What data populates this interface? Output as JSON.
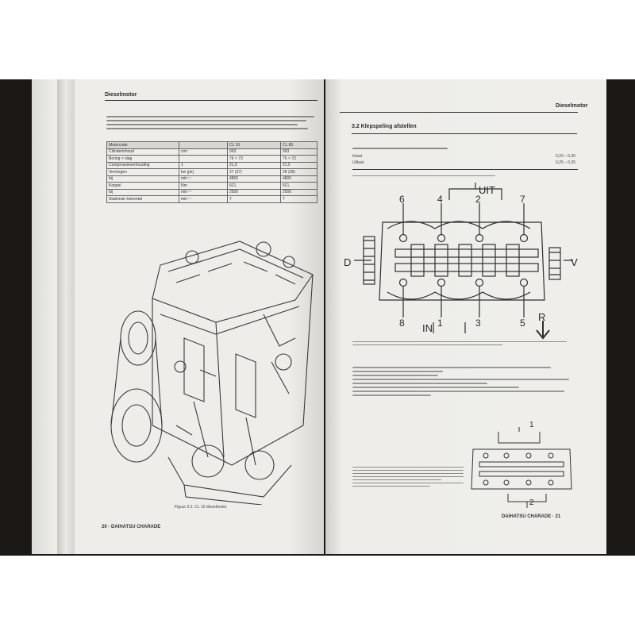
{
  "left_page": {
    "header": "Dieselmotor",
    "table": {
      "columns": [
        "Motorcode",
        "",
        "CL 10",
        "CL 80"
      ],
      "rows": [
        [
          "Cilinderinhoud",
          "cm³",
          "993",
          "993"
        ],
        [
          "Boring × slag",
          "",
          "76 × 73",
          "76 × 73"
        ],
        [
          "Compressieverhouding",
          "1",
          "21,5",
          "21,5"
        ],
        [
          "Vermogen",
          "kw (pk)",
          "27 (37)",
          "28 (38)"
        ],
        [
          "bij",
          "min⁻¹",
          "4800",
          "4800"
        ],
        [
          "Koppel",
          "Nm",
          "6CL",
          "6CL"
        ],
        [
          "bij",
          "min⁻¹",
          "2500",
          "2500"
        ],
        [
          "Stationair toerental",
          "min⁻¹",
          "7",
          "7"
        ]
      ]
    },
    "figure_caption": "Figuur 3.2. CL 10 dieselmotor",
    "footer": "20 · DAIHATSU CHARADE"
  },
  "right_page": {
    "header": "Dieselmotor",
    "section_title": "3.2 Klepspeling afstellen",
    "diagram_labels": {
      "uit": "UIT",
      "in": "IN",
      "r": "R",
      "d": "D",
      "v": "V",
      "top_numbers": [
        "6",
        "4",
        "2",
        "7"
      ],
      "bottom_numbers": [
        "8",
        "1",
        "3",
        "5"
      ]
    },
    "small_diagram_labels": [
      "1",
      "2"
    ],
    "specs": [
      {
        "label": "Inlaat",
        "value": "0,20 – 0,30"
      },
      {
        "label": "Uitlaat",
        "value": "0,25 – 0,35"
      }
    ],
    "footer": "DAIHATSU CHARADE · 21"
  },
  "colors": {
    "paper": "#ecebe7",
    "ink": "#2a2a2a",
    "backdrop": "#1b1816"
  }
}
